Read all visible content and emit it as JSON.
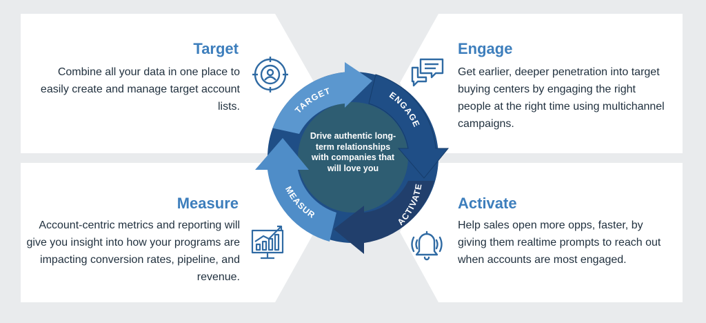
{
  "center_text": "Drive authentic long-term relationships with companies that will love you",
  "quadrants": [
    {
      "key": "target",
      "title": "Target",
      "description": "Combine all your data in one place to easily create and manage target account lists.",
      "icon": "target-user-icon",
      "ring_label": "TARGET"
    },
    {
      "key": "engage",
      "title": "Engage",
      "description": "Get earlier, deeper penetration into target buying centers by engaging the right people at the right time using multichannel campaigns.",
      "icon": "chat-bubbles-icon",
      "ring_label": "ENGAGE"
    },
    {
      "key": "activate",
      "title": "Activate",
      "description": "Help sales open more opps, faster, by giving them realtime prompts to reach out when accounts are most engaged.",
      "icon": "bell-alert-icon",
      "ring_label": "ACTIVATE"
    },
    {
      "key": "measure",
      "title": "Measure",
      "description": "Account-centric metrics and reporting will give you insight into how your programs are impacting conversion rates, pipeline, and revenue.",
      "icon": "chart-monitor-icon",
      "ring_label": "MEASURE"
    }
  ],
  "colors": {
    "title": "#3d7ebc",
    "text": "#1f2f3d",
    "icon": "#2f6aa3",
    "panel": "#ffffff",
    "background": "#e9ebed",
    "center": "#2e5d72",
    "arrow_target": "#5b97cf",
    "arrow_engage": "#1f4e86",
    "arrow_activate": "#213f6c",
    "arrow_measure": "#4f8dc8"
  }
}
